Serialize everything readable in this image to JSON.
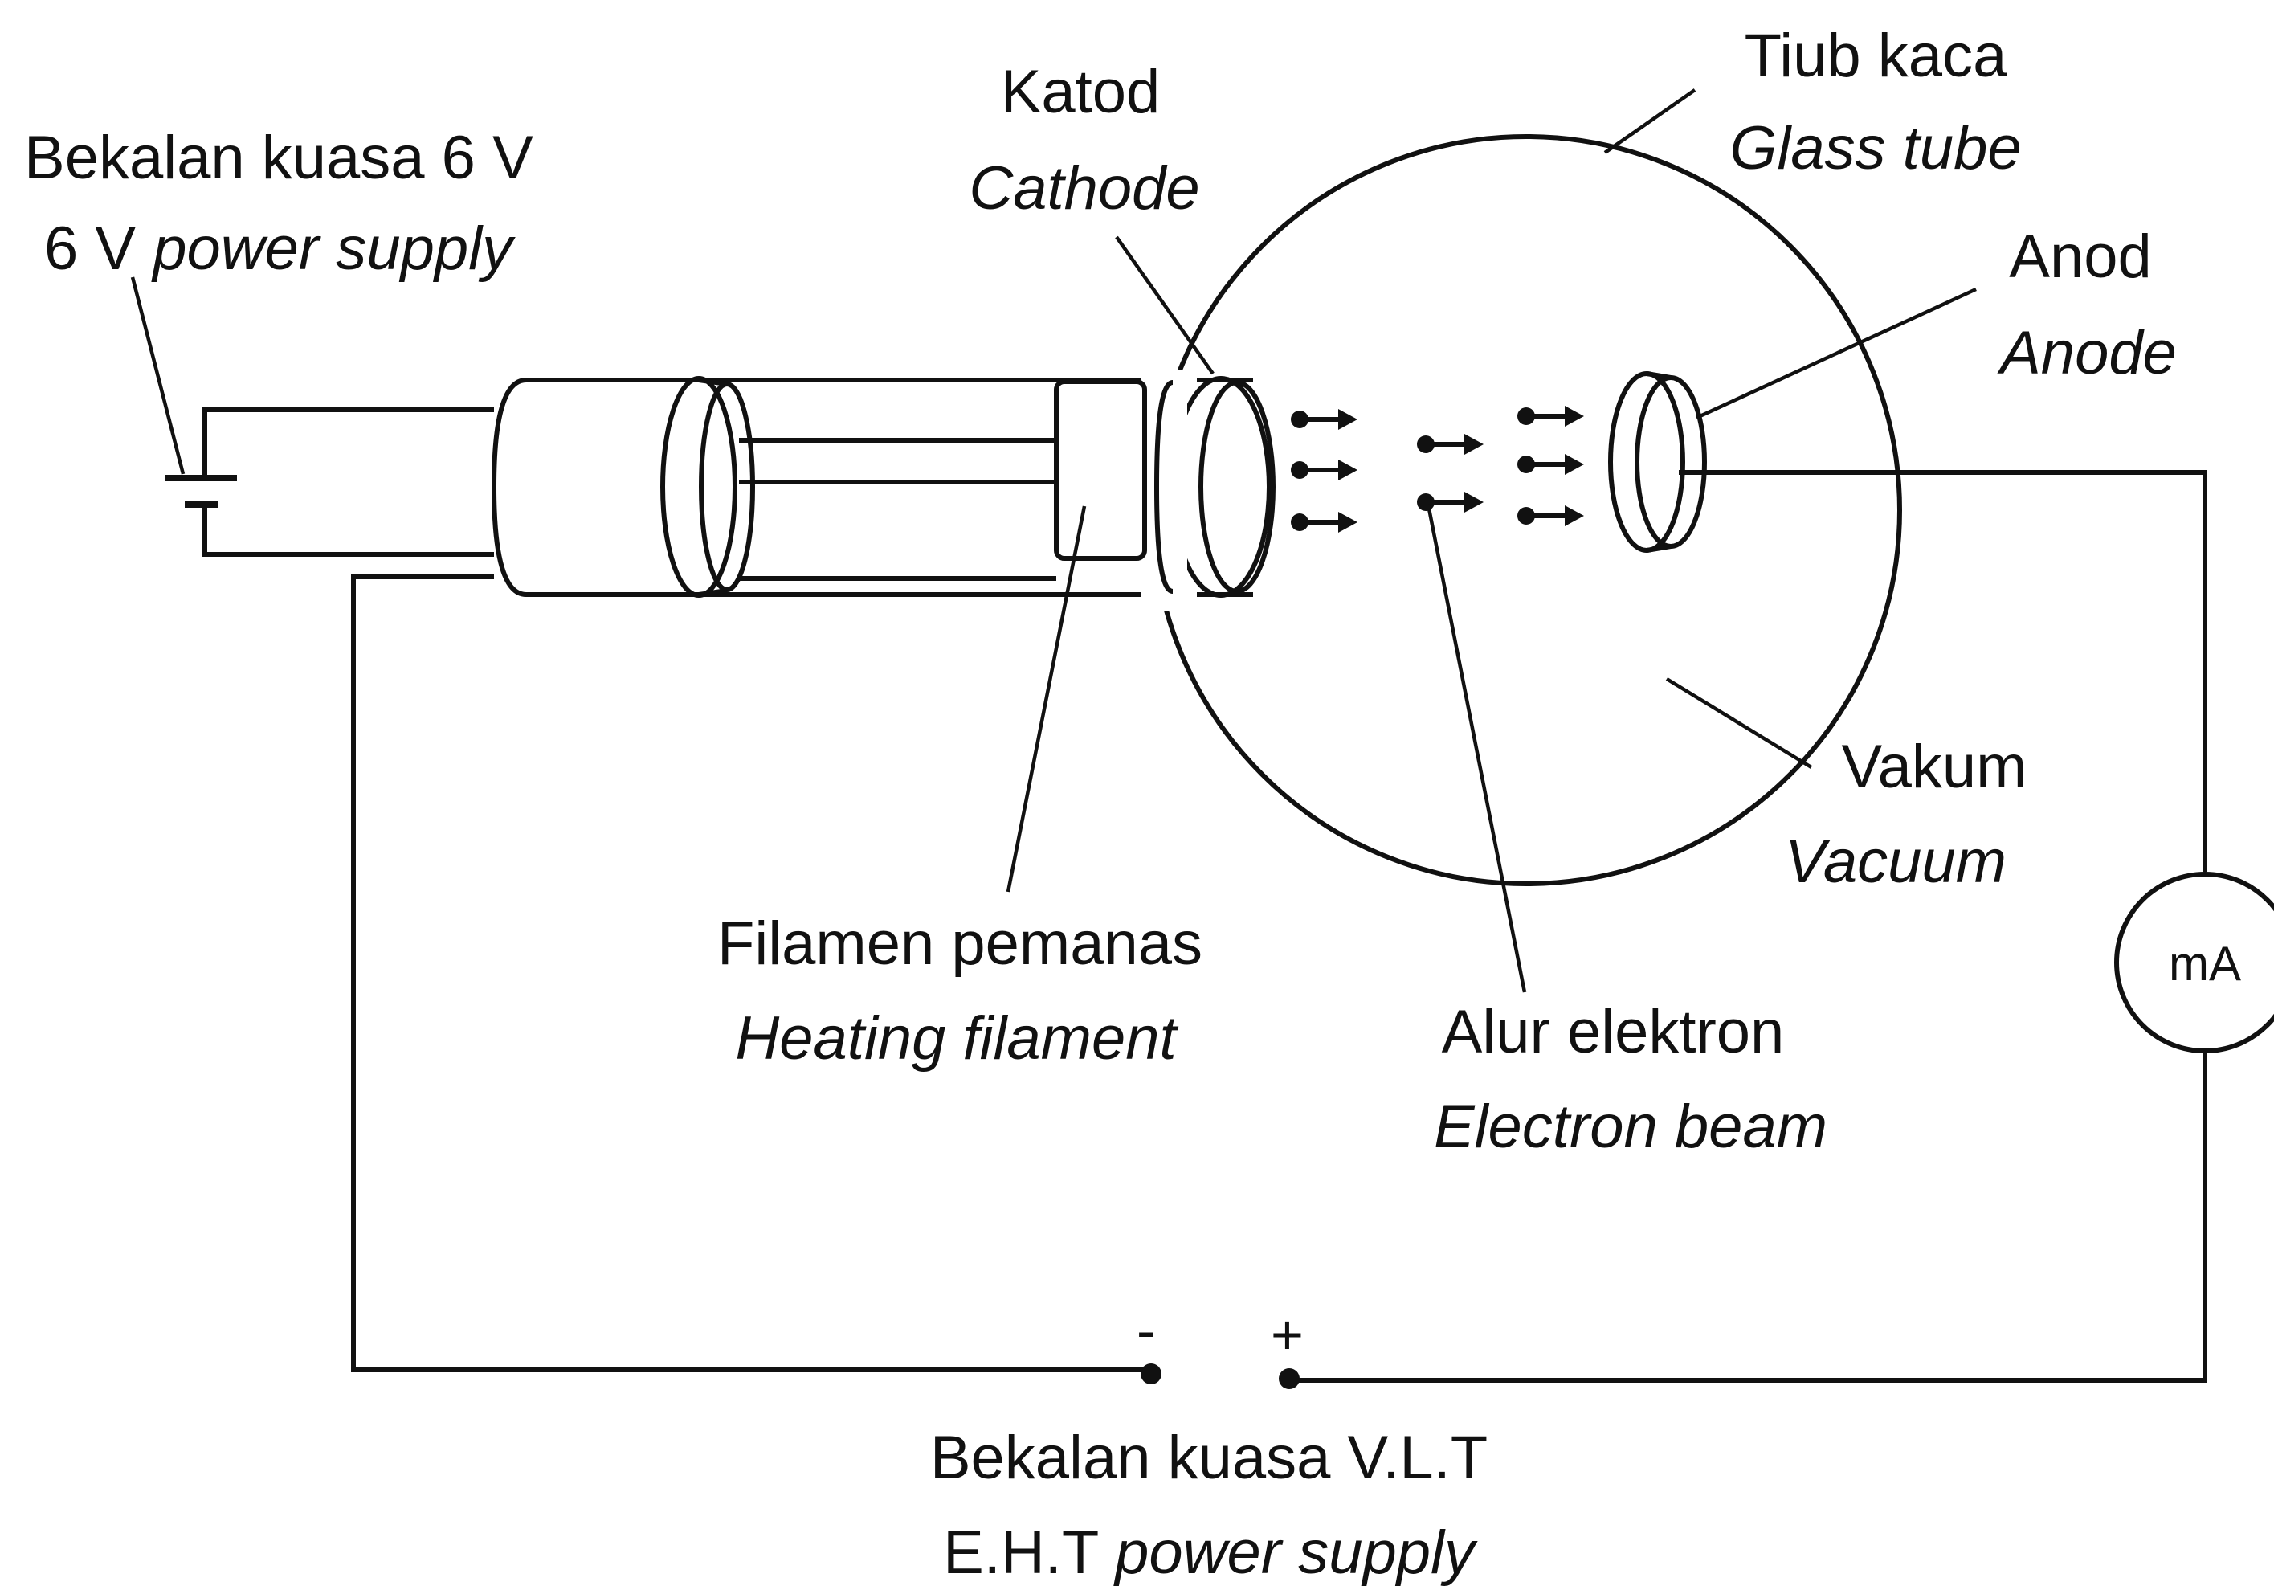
{
  "labels": {
    "power_6v_ms": "Bekalan kuasa 6 V",
    "power_6v_en_prefix": "6 V ",
    "power_6v_en_italic": "power supply",
    "cathode_ms": "Katod",
    "cathode_en": "Cathode",
    "glass_tube_ms": "Tiub kaca",
    "glass_tube_en": "Glass tube",
    "anode_ms": "Anod",
    "anode_en": "Anode",
    "vacuum_ms": "Vakum",
    "vacuum_en": "Vacuum",
    "filament_ms": "Filamen pemanas",
    "filament_en": "Heating filament",
    "beam_ms": "Alur elektron",
    "beam_en": "Electron beam",
    "eht_ms": "Bekalan kuasa V.L.T",
    "eht_en_prefix": "E.H.T ",
    "eht_en_italic": "power supply",
    "meter": "mA",
    "minus": "-",
    "plus": "+"
  }
}
